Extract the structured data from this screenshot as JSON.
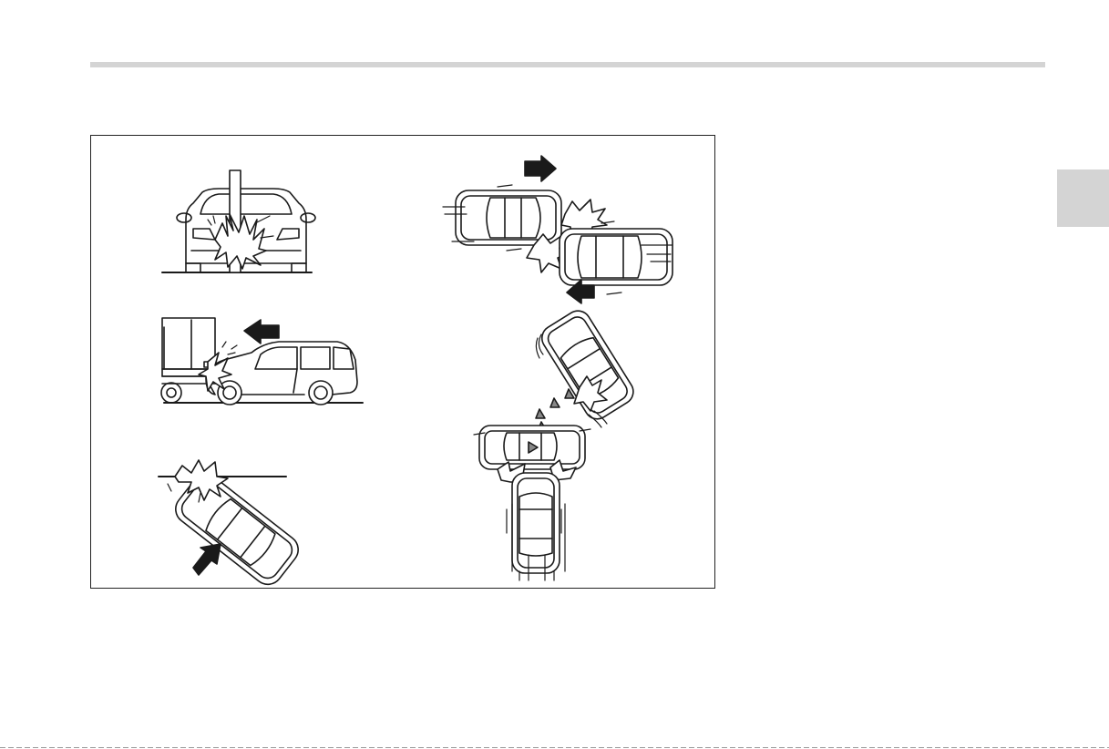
{
  "document": {
    "header_rule_color": "#d4d4d4",
    "chapter_tab_color": "#d4d4d4",
    "figure": {
      "ink_color": "#1a1a1a",
      "scenes": [
        {
          "id": "pole-impact",
          "arrow-icon": "none"
        },
        {
          "id": "underride-truck",
          "arrow-icon": "arrow-left-icon"
        },
        {
          "id": "guardrail-corner",
          "arrow-icon": "arrow-up-right-icon"
        },
        {
          "id": "offset-side-collision",
          "arrow-icon": "arrow-right-left-icons"
        },
        {
          "id": "multi-vehicle-chain",
          "arrow-icon": "none"
        }
      ]
    }
  }
}
